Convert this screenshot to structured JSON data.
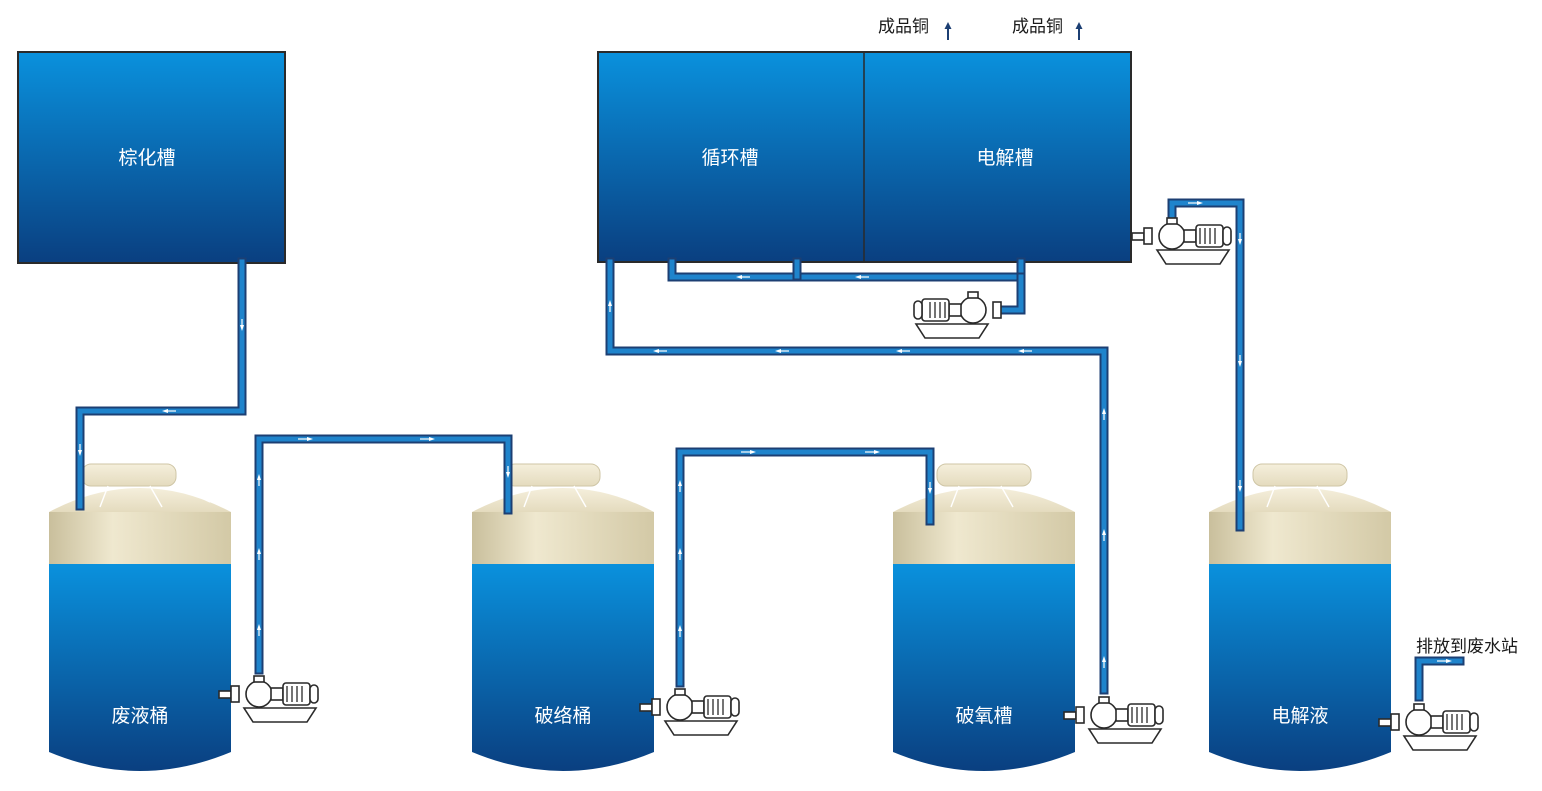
{
  "tanks": {
    "brown_oxide": "棕化槽",
    "circulation": "循环槽",
    "electrolysis": "电解槽",
    "waste_liquid": "废液桶",
    "broken_complex": "破络桶",
    "broken_oxygen": "破氧槽",
    "electrolyte": "电解液"
  },
  "outputs": {
    "copper_1": "成品铜",
    "copper_2": "成品铜",
    "discharge": "排放到废水站"
  },
  "colors": {
    "tank_top": "#0a91dd",
    "tank_bottom": "#0a3f80",
    "cap": "#f1ead3",
    "band_top": "#ebe3c9",
    "band_bottom": "#c8bf9d",
    "pipe_outer": "#1c3f73",
    "pipe_inner": "#1f84cc"
  }
}
